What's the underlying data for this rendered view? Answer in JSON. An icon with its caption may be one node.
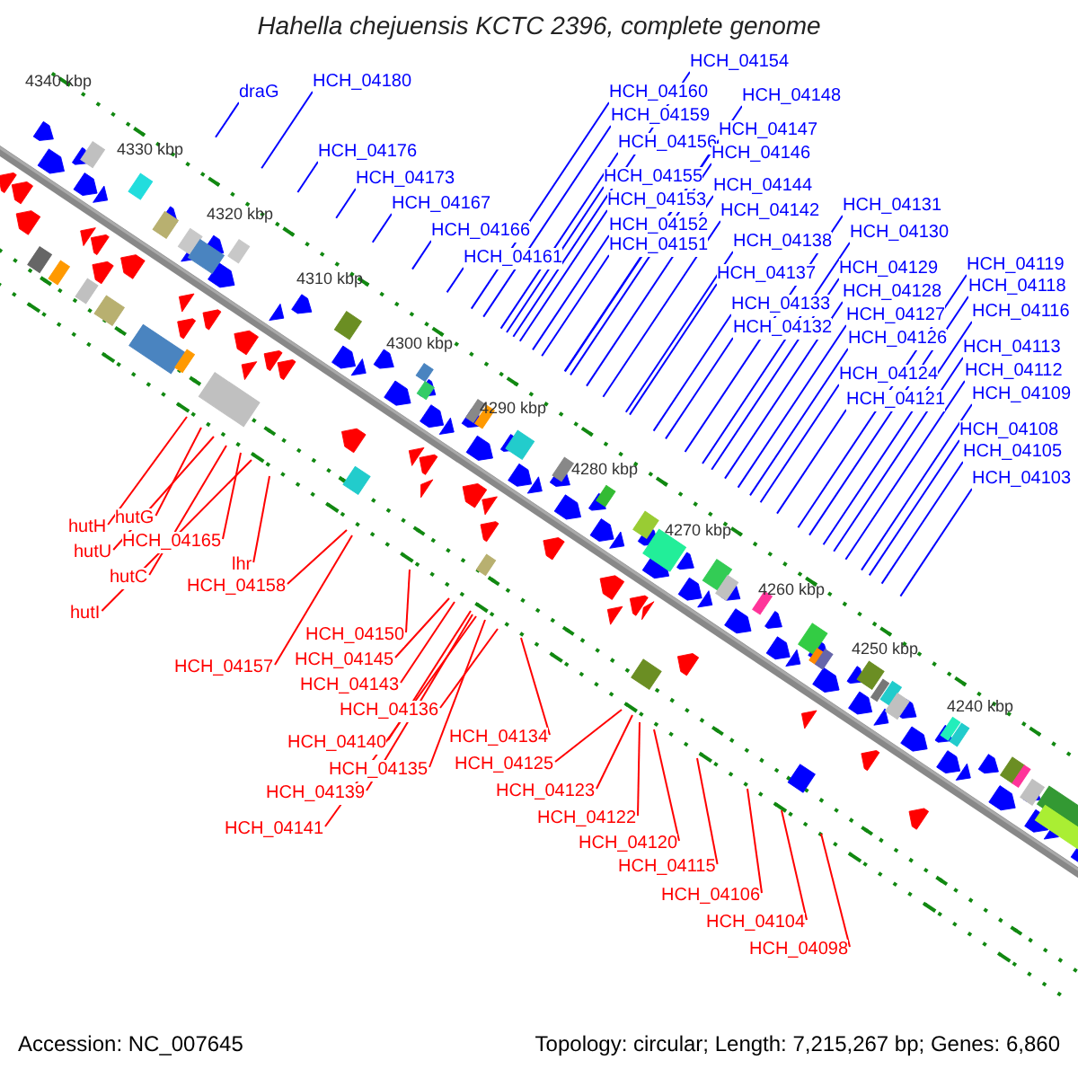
{
  "diagram": {
    "title": "Hahella chejuensis KCTC 2396, complete genome",
    "nodes": [
      {
        "text": [
          "draG"
        ]
      },
      {
        "text": [
          "HCH_04180"
        ]
      },
      {
        "text": [
          "HCH_04176"
        ]
      },
      {
        "text": [
          "HCH_04173"
        ]
      },
      {
        "text": [
          "HCH_04167"
        ]
      },
      {
        "text": [
          "HCH_04166"
        ]
      },
      {
        "text": [
          "HCH_04161"
        ]
      },
      {
        "text": [
          "HCH_04154"
        ]
      },
      {
        "text": [
          "HCH_04160"
        ]
      },
      {
        "text": [
          "HCH_04148"
        ]
      },
      {
        "text": [
          "HCH_04159"
        ]
      },
      {
        "text": [
          "HCH_04147"
        ]
      },
      {
        "text": [
          "HCH_04156"
        ]
      },
      {
        "text": [
          "HCH_04146"
        ]
      },
      {
        "text": [
          "HCH_04155"
        ]
      },
      {
        "text": [
          "HCH_04144"
        ]
      },
      {
        "text": [
          "HCH_04153"
        ]
      },
      {
        "text": [
          "HCH_04131"
        ]
      },
      {
        "text": [
          "HCH_04142"
        ]
      },
      {
        "text": [
          "HCH_04152"
        ]
      },
      {
        "text": [
          "HCH_04130"
        ]
      },
      {
        "text": [
          "HCH_04138"
        ]
      },
      {
        "text": [
          "HCH_04151"
        ]
      },
      {
        "text": [
          "HCH_04119"
        ]
      },
      {
        "text": [
          "HCH_04129"
        ]
      },
      {
        "text": [
          "HCH_04137"
        ]
      },
      {
        "text": [
          "HCH_04118"
        ]
      },
      {
        "text": [
          "HCH_04128"
        ]
      },
      {
        "text": [
          "HCH_04133"
        ]
      },
      {
        "text": [
          "HCH_04116"
        ]
      },
      {
        "text": [
          "HCH_04127"
        ]
      },
      {
        "text": [
          "HCH_04132"
        ]
      },
      {
        "text": [
          "HCH_04126"
        ]
      },
      {
        "text": [
          "HCH_04113"
        ]
      },
      {
        "text": [
          "HCH_04112"
        ]
      },
      {
        "text": [
          "HCH_04124"
        ]
      },
      {
        "text": [
          "HCH_04109"
        ]
      },
      {
        "text": [
          "HCH_04121"
        ]
      },
      {
        "text": [
          "HCH_04108"
        ]
      },
      {
        "text": [
          "HCH_04105"
        ]
      },
      {
        "text": [
          "HCH_04103"
        ]
      },
      {
        "text": [
          "hutH"
        ]
      },
      {
        "text": [
          "hutG"
        ]
      },
      {
        "text": [
          "hutU"
        ]
      },
      {
        "text": [
          "HCH_04165"
        ]
      },
      {
        "text": [
          "hutC"
        ]
      },
      {
        "text": [
          "hutI"
        ]
      },
      {
        "text": [
          "lhr"
        ]
      },
      {
        "text": [
          "HCH_04158"
        ]
      },
      {
        "text": [
          "HCH_04150"
        ]
      },
      {
        "text": [
          "HCH_04145"
        ]
      },
      {
        "text": [
          "HCH_04157"
        ]
      },
      {
        "text": [
          "HCH_04143"
        ]
      },
      {
        "text": [
          "HCH_04136"
        ]
      },
      {
        "text": [
          "HCH_04134"
        ]
      },
      {
        "text": [
          "HCH_04140"
        ]
      },
      {
        "text": [
          "HCH_04135"
        ]
      },
      {
        "text": [
          "HCH_04139"
        ]
      },
      {
        "text": [
          "HCH_04141"
        ]
      },
      {
        "text": [
          "HCH_04125"
        ]
      },
      {
        "text": [
          "HCH_04123"
        ]
      },
      {
        "text": [
          "HCH_04122"
        ]
      },
      {
        "text": [
          "HCH_04120"
        ]
      },
      {
        "text": [
          "HCH_04115"
        ]
      },
      {
        "text": [
          "HCH_04106"
        ]
      },
      {
        "text": [
          "HCH_04104"
        ]
      },
      {
        "text": [
          "HCH_04098"
        ]
      }
    ],
    "edges": [
      {
        "from": 0,
        "to": null,
        "arrow": "none"
      },
      {
        "from": 1,
        "to": null,
        "arrow": "none"
      },
      {
        "from": 2,
        "to": null,
        "arrow": "none"
      },
      {
        "from": 3,
        "to": null,
        "arrow": "none"
      },
      {
        "from": 4,
        "to": null,
        "arrow": "none"
      },
      {
        "from": 5,
        "to": null,
        "arrow": "none"
      },
      {
        "from": 6,
        "to": null,
        "arrow": "none"
      },
      {
        "from": 7,
        "to": null,
        "arrow": "none"
      },
      {
        "from": 8,
        "to": null,
        "arrow": "none"
      },
      {
        "from": 9,
        "to": null,
        "arrow": "none"
      },
      {
        "from": 10,
        "to": null,
        "arrow": "none"
      },
      {
        "from": 11,
        "to": null,
        "arrow": "none"
      },
      {
        "from": 12,
        "to": null,
        "arrow": "none"
      },
      {
        "from": 13,
        "to": null,
        "arrow": "none"
      },
      {
        "from": 14,
        "to": null,
        "arrow": "none"
      },
      {
        "from": 15,
        "to": null,
        "arrow": "none"
      },
      {
        "from": 16,
        "to": null,
        "arrow": "none"
      },
      {
        "from": 17,
        "to": null,
        "arrow": "none"
      },
      {
        "from": 18,
        "to": null,
        "arrow": "none"
      },
      {
        "from": 19,
        "to": null,
        "arrow": "none"
      },
      {
        "from": 20,
        "to": null,
        "arrow": "none"
      },
      {
        "from": 21,
        "to": null,
        "arrow": "none"
      },
      {
        "from": 22,
        "to": null,
        "arrow": "none"
      },
      {
        "from": 23,
        "to": null,
        "arrow": "none"
      },
      {
        "from": 24,
        "to": null,
        "arrow": "none"
      },
      {
        "from": 25,
        "to": null,
        "arrow": "none"
      },
      {
        "from": 26,
        "to": null,
        "arrow": "none"
      },
      {
        "from": 27,
        "to": null,
        "arrow": "none"
      },
      {
        "from": 28,
        "to": null,
        "arrow": "none"
      },
      {
        "from": 29,
        "to": null,
        "arrow": "none"
      },
      {
        "from": 30,
        "to": null,
        "arrow": "none"
      },
      {
        "from": 31,
        "to": null,
        "arrow": "none"
      },
      {
        "from": 32,
        "to": null,
        "arrow": "none"
      },
      {
        "from": 33,
        "to": null,
        "arrow": "none"
      },
      {
        "from": 34,
        "to": null,
        "arrow": "none"
      },
      {
        "from": 35,
        "to": null,
        "arrow": "none"
      },
      {
        "from": 36,
        "to": null,
        "arrow": "none"
      },
      {
        "from": 37,
        "to": null,
        "arrow": "none"
      },
      {
        "from": 38,
        "to": null,
        "arrow": "none"
      },
      {
        "from": 39,
        "to": null,
        "arrow": "none"
      },
      {
        "from": 40,
        "to": null,
        "arrow": "none"
      },
      {
        "from": 41,
        "to": null,
        "arrow": "none",
        "color": "#ff0000"
      },
      {
        "from": 42,
        "to": null,
        "arrow": "none",
        "color": "#ff0000"
      },
      {
        "from": 43,
        "to": null,
        "arrow": "none",
        "color": "#ff0000"
      },
      {
        "from": 44,
        "to": null,
        "arrow": "none",
        "color": "#ff0000"
      },
      {
        "from": 45,
        "to": null,
        "arrow": "none",
        "color": "#ff0000"
      },
      {
        "from": 46,
        "to": null,
        "arrow": "none",
        "color": "#ff0000"
      },
      {
        "from": 47,
        "to": null,
        "arrow": "none",
        "color": "#ff0000"
      },
      {
        "from": 48,
        "to": null,
        "arrow": "none",
        "color": "#ff0000"
      },
      {
        "from": 49,
        "to": null,
        "arrow": "none",
        "color": "#ff0000"
      },
      {
        "from": 50,
        "to": null,
        "arrow": "none",
        "color": "#ff0000"
      },
      {
        "from": 51,
        "to": null,
        "arrow": "none",
        "color": "#ff0000"
      },
      {
        "from": 52,
        "to": null,
        "arrow": "none",
        "color": "#ff0000"
      },
      {
        "from": 53,
        "to": null,
        "arrow": "none",
        "color": "#ff0000"
      },
      {
        "from": 54,
        "to": null,
        "arrow": "none",
        "color": "#ff0000"
      },
      {
        "from": 55,
        "to": null,
        "arrow": "none",
        "color": "#ff0000"
      },
      {
        "from": 56,
        "to": null,
        "arrow": "none",
        "color": "#ff0000"
      },
      {
        "from": 57,
        "to": null,
        "arrow": "none",
        "color": "#ff0000"
      },
      {
        "from": 58,
        "to": null,
        "arrow": "none",
        "color": "#ff0000"
      },
      {
        "from": 59,
        "to": null,
        "arrow": "none",
        "color": "#ff0000"
      },
      {
        "from": 60,
        "to": null,
        "arrow": "none",
        "color": "#ff0000"
      },
      {
        "from": 61,
        "to": null,
        "arrow": "none",
        "color": "#ff0000"
      },
      {
        "from": 62,
        "to": null,
        "arrow": "none",
        "color": "#ff0000"
      },
      {
        "from": 63,
        "to": null,
        "arrow": "none",
        "color": "#ff0000"
      },
      {
        "from": 64,
        "to": null,
        "arrow": "none",
        "color": "#ff0000"
      },
      {
        "from": 65,
        "to": null,
        "arrow": "none",
        "color": "#ff0000"
      },
      {
        "from": 66,
        "to": null,
        "arrow": "none",
        "color": "#ff0000"
      }
    ],
    "labels": [
      "4340 kbp",
      "4330 kbp",
      "4320 kbp",
      "4310 kbp",
      "4300 kbp",
      "4290 kbp",
      "4280 kbp",
      "4270 kbp",
      "4260 kbp",
      "4250 kbp",
      "4240 kbp",
      "Accession: NC_007645",
      "Topology: circular; Length: 7,215,267 bp; Genes: 6,860"
    ]
  }
}
